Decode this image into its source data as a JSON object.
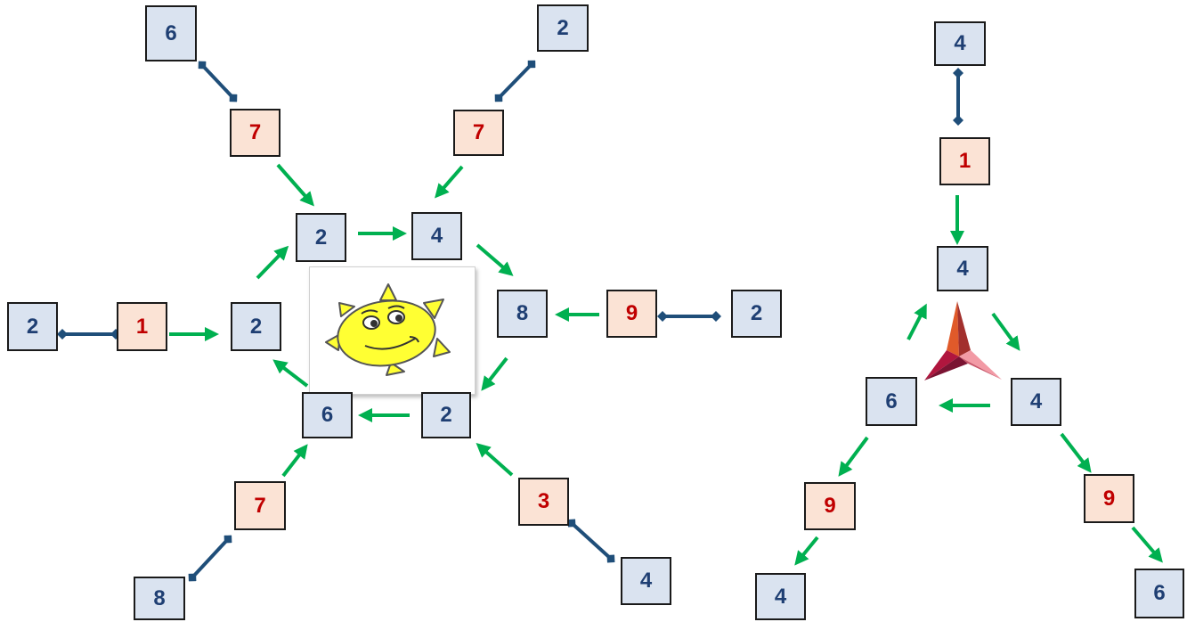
{
  "colors": {
    "blue_box_fill": "#dae3f0",
    "blue_number": "#1f3f73",
    "red_box_fill": "#fbe3d5",
    "red_number": "#c00000",
    "arrow_green": "#00b050",
    "connector_navy": "#1f4e79",
    "sun_yellow": "#ffff33",
    "star_crimson": "#8b1538"
  },
  "left_figure": {
    "center_image": "sun-face",
    "boxes": [
      {
        "id": "tl-outer",
        "value": "6",
        "style": "blue"
      },
      {
        "id": "tl-mid",
        "value": "7",
        "style": "red"
      },
      {
        "id": "tr-outer",
        "value": "2",
        "style": "blue"
      },
      {
        "id": "tr-mid",
        "value": "7",
        "style": "red"
      },
      {
        "id": "ring-top-left",
        "value": "2",
        "style": "blue"
      },
      {
        "id": "ring-top-right",
        "value": "4",
        "style": "blue"
      },
      {
        "id": "ring-right",
        "value": "8",
        "style": "blue"
      },
      {
        "id": "ring-bottom-right",
        "value": "2",
        "style": "blue"
      },
      {
        "id": "ring-bottom-left",
        "value": "6",
        "style": "blue"
      },
      {
        "id": "ring-left",
        "value": "2",
        "style": "blue"
      },
      {
        "id": "l-outer",
        "value": "2",
        "style": "blue"
      },
      {
        "id": "l-mid",
        "value": "1",
        "style": "red"
      },
      {
        "id": "r-mid",
        "value": "9",
        "style": "red"
      },
      {
        "id": "r-outer",
        "value": "2",
        "style": "blue"
      },
      {
        "id": "bl-mid",
        "value": "7",
        "style": "red"
      },
      {
        "id": "bl-outer",
        "value": "8",
        "style": "blue"
      },
      {
        "id": "br-mid",
        "value": "3",
        "style": "red"
      },
      {
        "id": "br-outer",
        "value": "4",
        "style": "blue"
      }
    ]
  },
  "right_figure": {
    "center_image": "triangular-star",
    "boxes": [
      {
        "id": "top-outer",
        "value": "4",
        "style": "blue"
      },
      {
        "id": "top-mid",
        "value": "1",
        "style": "red"
      },
      {
        "id": "top-ring",
        "value": "4",
        "style": "blue"
      },
      {
        "id": "right-ring",
        "value": "4",
        "style": "blue"
      },
      {
        "id": "left-ring",
        "value": "6",
        "style": "blue"
      },
      {
        "id": "left-mid",
        "value": "9",
        "style": "red"
      },
      {
        "id": "left-outer",
        "value": "4",
        "style": "blue"
      },
      {
        "id": "right-mid",
        "value": "9",
        "style": "red"
      },
      {
        "id": "right-outer",
        "value": "6",
        "style": "blue"
      }
    ]
  }
}
